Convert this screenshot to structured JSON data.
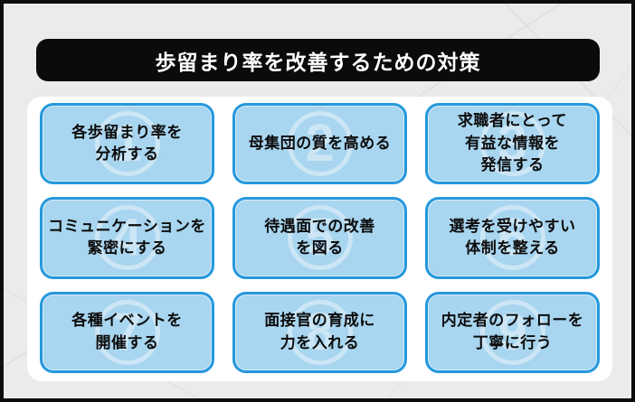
{
  "title": {
    "text": "歩留まり率を改善するための対策"
  },
  "cards": [
    {
      "number": "1",
      "text": "各歩留まり率を\n分析する"
    },
    {
      "number": "2",
      "text": "母集団の質を高める"
    },
    {
      "number": "3",
      "text": "求職者にとって\n有益な情報を\n発信する"
    },
    {
      "number": "4",
      "text": "コミュニケーションを\n緊密にする"
    },
    {
      "number": "5",
      "text": "待遇面での改善\nを図る"
    },
    {
      "number": "6",
      "text": "選考を受けやすい\n体制を整える"
    },
    {
      "number": "7",
      "text": "各種イベントを\n開催する"
    },
    {
      "number": "8",
      "text": "面接官の育成に\n力を入れる"
    },
    {
      "number": "9",
      "text": "内定者のフォローを\n丁寧に行う"
    }
  ],
  "colors": {
    "background": "#ebebeb",
    "frame_border": "#0d0d0d",
    "title_bg": "#0b0b0b",
    "title_text": "#ffffff",
    "panel_bg": "#ffffff",
    "card_fill": "#a8d5ef",
    "card_border": "#2598dd",
    "card_text": "#0c0c0c",
    "watermark": "rgba(255,255,255,0.42)"
  }
}
